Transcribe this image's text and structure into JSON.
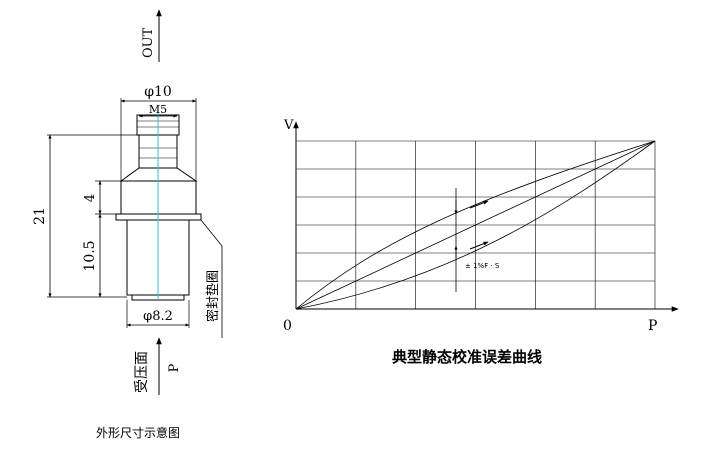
{
  "dimensions": {
    "outer_dia": "φ10",
    "thread": "M5",
    "total_height": "21",
    "cap_height": "4",
    "body_height": "10.5",
    "bottom_dia": "φ8.2"
  },
  "labels": {
    "out": "OUT",
    "seal_ring": "密封垫圈",
    "pressure_face": "受压面",
    "p_arrow": "P",
    "outline_caption": "外形尺寸示意图"
  },
  "chart": {
    "y_axis": "V",
    "x_axis": "P",
    "origin": "0",
    "error_label": "± 1%F · S",
    "caption": "典型静态校准误差曲线"
  },
  "colors": {
    "centerline": "#2ec4d6",
    "line": "#000000"
  }
}
